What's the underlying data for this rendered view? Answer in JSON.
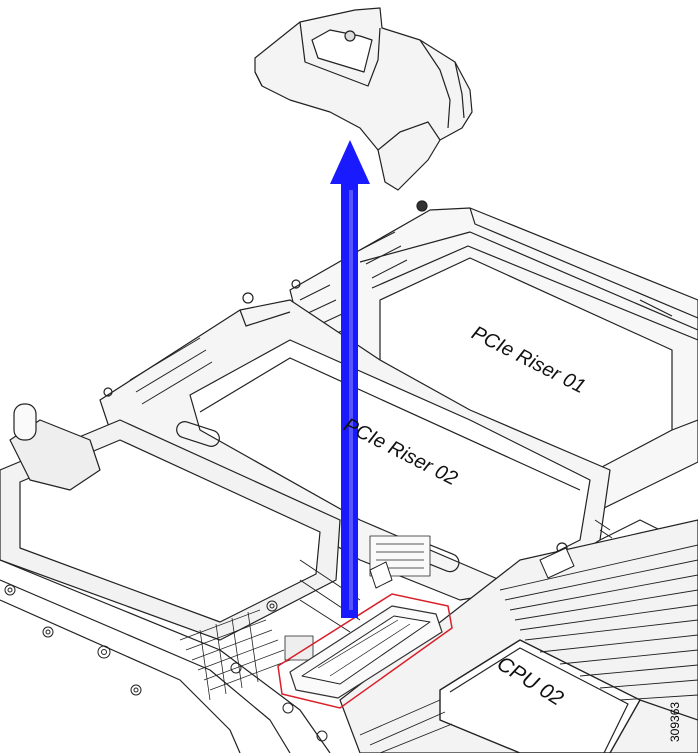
{
  "labels": {
    "riser01": "PCIe Riser 01",
    "riser02": "PCIe Riser 02",
    "cpu": "CPU 02",
    "figure_id": "309363"
  },
  "colors": {
    "arrow": "#1a1aff",
    "highlight": "#d9202a",
    "line": "#222222",
    "fill_light": "#ffffff",
    "fill_shade": "#e9e9e9"
  }
}
